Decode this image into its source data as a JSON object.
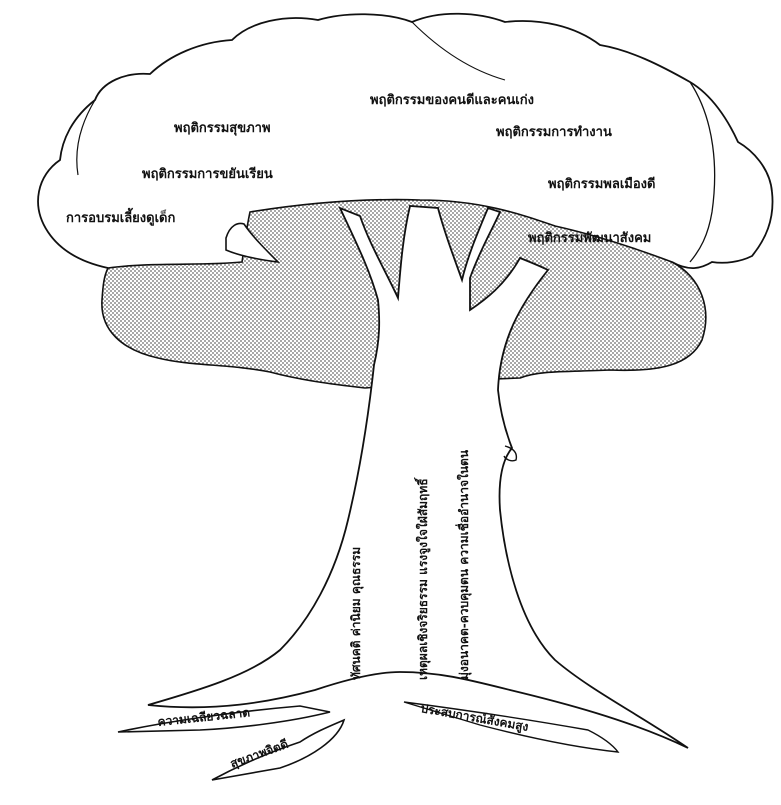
{
  "crown": {
    "behaviors": [
      "พฤติกรรมของคนดีและคนเก่ง",
      "พฤติกรรมสุขภาพ",
      "พฤติกรรมการทำงาน",
      "พฤติกรรมการขยันเรียน",
      "พฤติกรรมพลเมืองดี",
      "การอบรมเลี้ยงดูเด็ก",
      "พฤติกรรมพัฒนาสังคม"
    ]
  },
  "trunk": {
    "columns": [
      "ทัศนคติ ค่านิยม คุณธรรม",
      "เหตุผลเชิงจริยธรรม แรงจูงใจใฝ่สัมฤทธิ์",
      "มุ่งอนาคต-ควบคุมตน ความเชื่ออำนาจในตน"
    ]
  },
  "roots": [
    "ความเฉลียวฉลาด",
    "สุขภาพจิตดี",
    "ประสบการณ์สังคมสูง"
  ],
  "colors": {
    "ink": "#111111",
    "paper": "#ffffff",
    "stipple": "#b9b9b9"
  }
}
